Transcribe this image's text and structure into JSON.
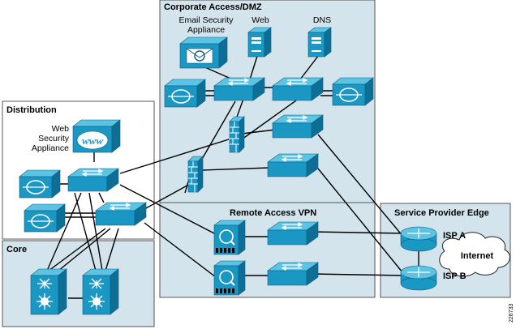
{
  "zones": {
    "corporate": "Corporate Access/DMZ",
    "distribution": "Distribution",
    "core": "Core",
    "remote_vpn": "Remote Access VPN",
    "sp_edge": "Service Provider Edge"
  },
  "devices": {
    "email_line1": "Email Security",
    "email_line2": "Appliance",
    "web_server": "Web",
    "dns_server": "DNS",
    "wsa_line1": "Web",
    "wsa_line2": "Security",
    "wsa_line3": "Appliance",
    "www_text": "www",
    "isp_a": "ISP A",
    "isp_b": "ISP B",
    "internet": "Internet"
  },
  "figure_id": "226733",
  "colors": {
    "zone_fill": "#d3e4ec",
    "device_face": "#1b97c4",
    "device_top": "#5cc3e3",
    "device_side": "#0d6f96"
  }
}
